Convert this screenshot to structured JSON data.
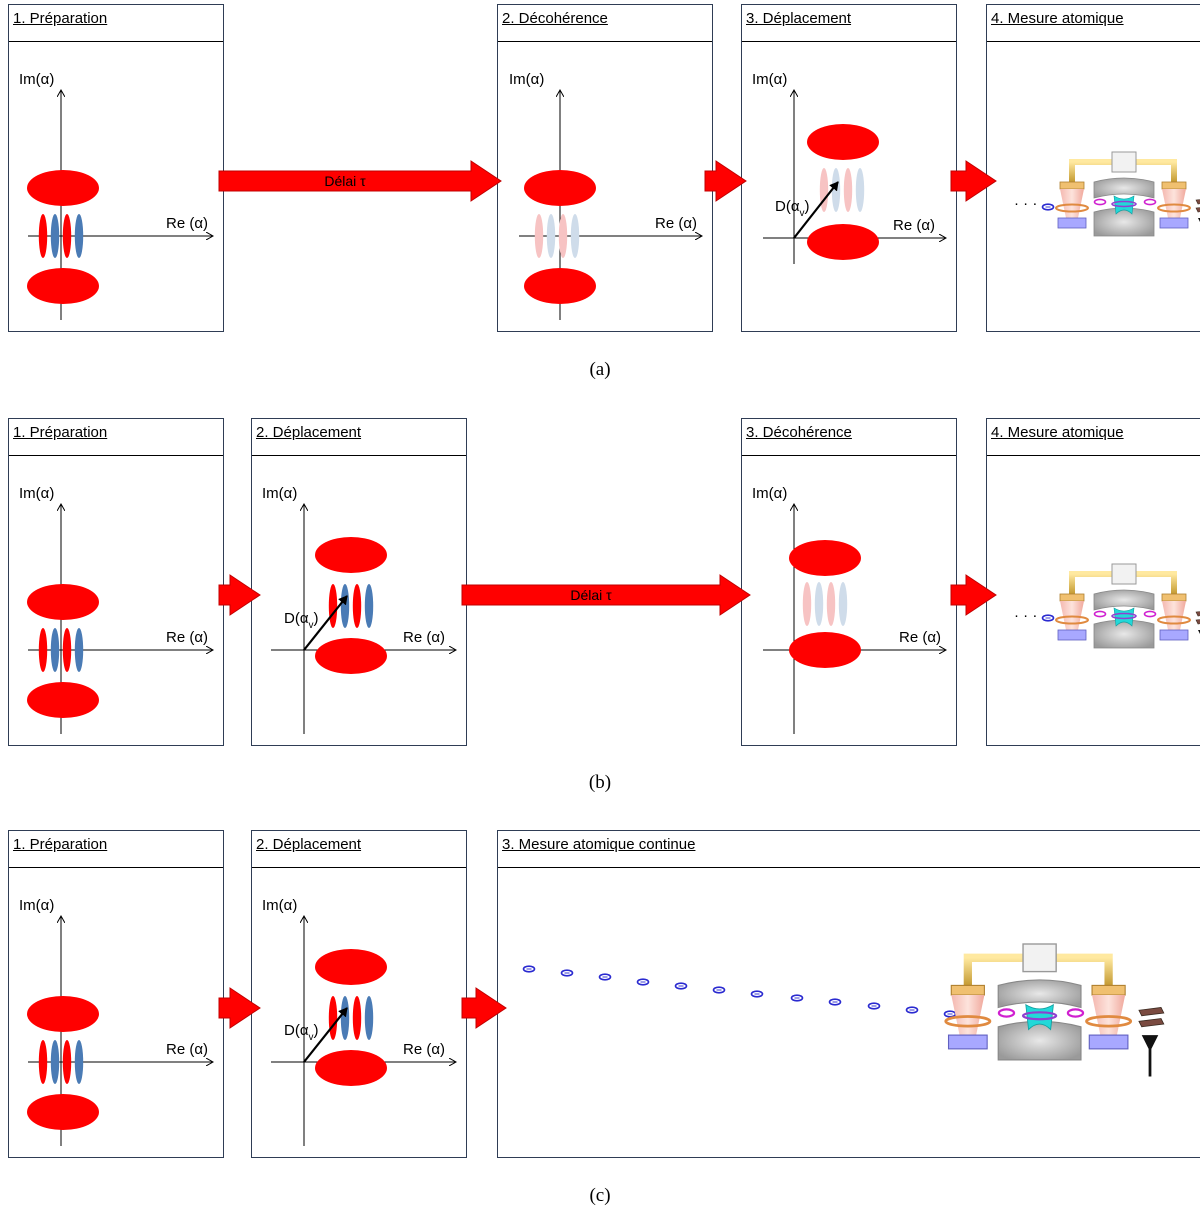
{
  "colors": {
    "red": "#ff0000",
    "blue": "#4a7bb5",
    "pale_red": "#f7c3c3",
    "pale_blue": "#cfdcea",
    "arrow_red": "#ff0000",
    "panel_border": "#2f3d55"
  },
  "labels": {
    "im_axis": "Im(α)",
    "re_axis": "Re (α)",
    "displacement_prefix": "D(α",
    "displacement_sub": "v",
    "displacement_suffix": ")",
    "delay": "Délai τ",
    "ellipsis": "· · ·"
  },
  "rows": [
    {
      "caption": "(a)",
      "panels": [
        {
          "title": "1. Préparation",
          "content": "phase-space-prepared"
        },
        {
          "title": "2. Décohérence",
          "content": "phase-space-decohered"
        },
        {
          "title": "3. Déplacement",
          "content": "phase-space-displaced-decohered"
        },
        {
          "title": "4. Mesure atomique",
          "content": "atomic-measurement-setup"
        }
      ],
      "arrows": [
        "delay-arrow",
        "step-arrow",
        "step-arrow"
      ]
    },
    {
      "caption": "(b)",
      "panels": [
        {
          "title": "1. Préparation",
          "content": "phase-space-prepared"
        },
        {
          "title": "2. Déplacement",
          "content": "phase-space-displaced-coherent"
        },
        {
          "title": "3. Décohérence",
          "content": "phase-space-decohered-shifted"
        },
        {
          "title": "4. Mesure atomique",
          "content": "atomic-measurement-setup"
        }
      ],
      "arrows": [
        "step-arrow",
        "delay-arrow",
        "step-arrow"
      ]
    },
    {
      "caption": "(c)",
      "panels": [
        {
          "title": "1. Préparation",
          "content": "phase-space-prepared"
        },
        {
          "title": "2. Déplacement",
          "content": "phase-space-displaced-coherent"
        },
        {
          "title": "3. Mesure atomique continue",
          "content": "continuous-atomic-measurement"
        }
      ],
      "arrows": [
        "step-arrow",
        "step-arrow"
      ]
    }
  ]
}
